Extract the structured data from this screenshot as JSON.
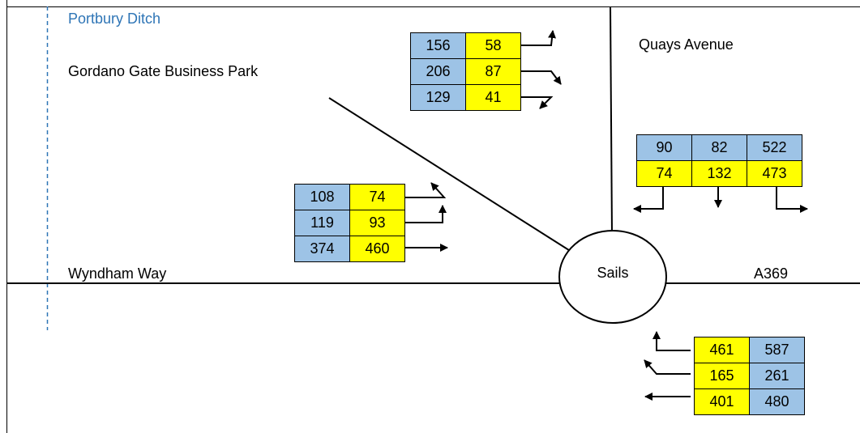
{
  "labels": {
    "portbury": "Portbury Ditch",
    "gordano": "Gordano Gate Business Park",
    "quays": "Quays Avenue",
    "wyndham": "Wyndham Way",
    "a369": "A369",
    "sails": "Sails"
  },
  "colors": {
    "blue_cell": "#9dc3e6",
    "yellow_cell": "#ffff00",
    "ditch_line": "#2e75b6"
  },
  "tables": {
    "gordano": {
      "rows": [
        {
          "blue": "156",
          "yellow": "58"
        },
        {
          "blue": "206",
          "yellow": "87"
        },
        {
          "blue": "129",
          "yellow": "41"
        }
      ]
    },
    "wyndham": {
      "rows": [
        {
          "blue": "108",
          "yellow": "74"
        },
        {
          "blue": "119",
          "yellow": "93"
        },
        {
          "blue": "374",
          "yellow": "460"
        }
      ]
    },
    "quays": {
      "blue": [
        "90",
        "82",
        "522"
      ],
      "yellow": [
        "74",
        "132",
        "473"
      ]
    },
    "a369": {
      "rows": [
        {
          "yellow": "461",
          "blue": "587"
        },
        {
          "yellow": "165",
          "blue": "261"
        },
        {
          "yellow": "401",
          "blue": "480"
        }
      ]
    }
  }
}
